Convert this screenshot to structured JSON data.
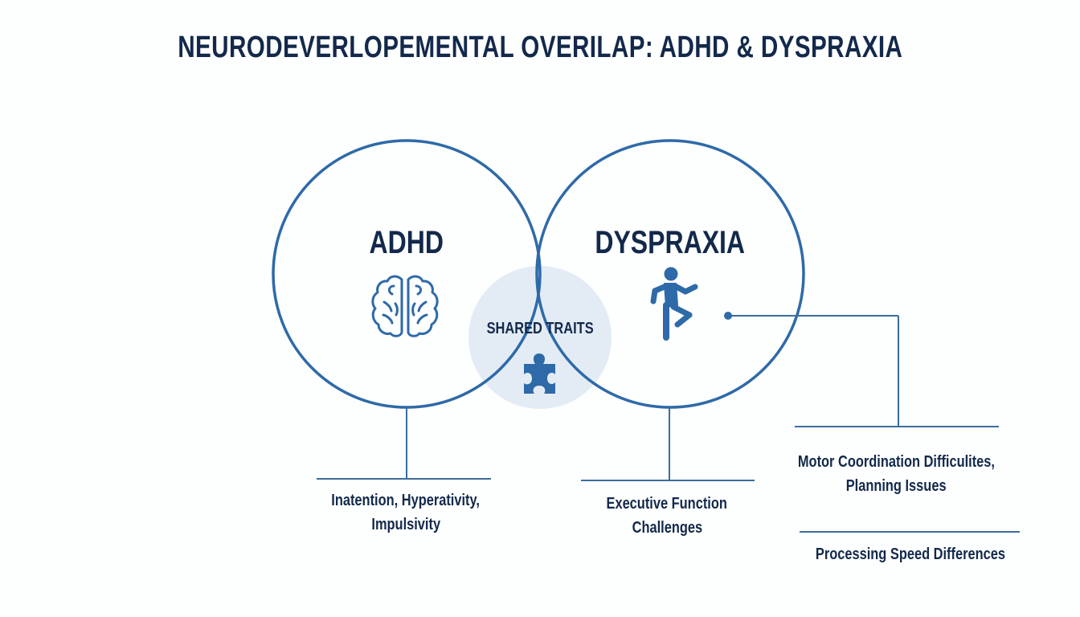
{
  "title": "NEURODEVERLOPEMENTAL OVERILAP: ADHD & DYSPRAXIA",
  "colors": {
    "background": "#fdfefe",
    "text_dark": "#13294b",
    "accent_blue": "#2e6aa8",
    "line_blue": "#3b6e9c",
    "shared_fill": "#e3ecf5"
  },
  "circles": {
    "left": {
      "label": "ADHD",
      "icon": "brain-icon"
    },
    "right": {
      "label": "DYSPRAXIA",
      "icon": "person-balancing-icon"
    },
    "shared": {
      "label": "SHARED TRAITS",
      "icon": "puzzle-piece-icon"
    }
  },
  "callouts": {
    "adhd": {
      "line1": "Inatention, Hyperativity,",
      "line2": "Impulsivity"
    },
    "shared": {
      "line1": "Executive Function",
      "line2": "Challenges"
    },
    "dyspraxia_motor": {
      "line1": "Motor Coordination Difficulites,",
      "line2": "Planning Issues"
    },
    "dyspraxia_processing": {
      "line1": "Processing Speed Differences"
    }
  }
}
